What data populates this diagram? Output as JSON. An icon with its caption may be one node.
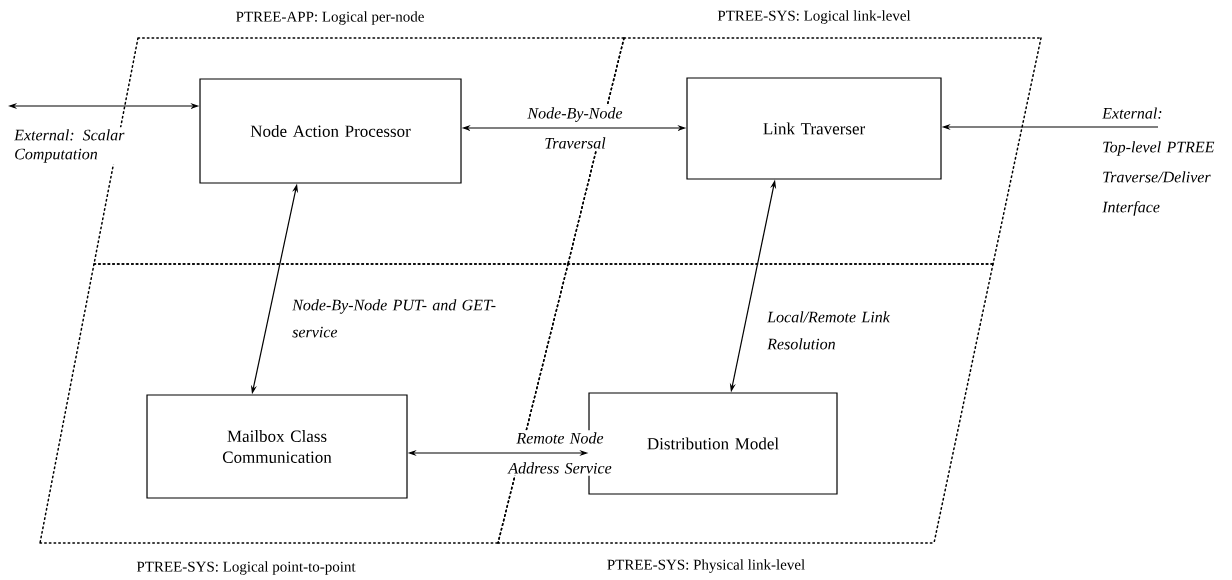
{
  "diagram": {
    "nodes": [
      {
        "text": [
          "PTREE-APP: Logical per-node"
        ]
      },
      {
        "text": [
          "Node Action Processor"
        ],
        "in": 0
      },
      {
        "text": [
          "PTREE-SYS: Logical link-level"
        ]
      },
      {
        "text": [
          "Link Traverser"
        ],
        "in": 2
      },
      {
        "text": [
          "PTREE-SYS: Logical point-to-point"
        ]
      },
      {
        "text": [
          "Mailbox Class Communication"
        ],
        "in": 4
      },
      {
        "text": [
          "PTREE-SYS: Physical link-level"
        ]
      },
      {
        "text": [
          "Distribution Model"
        ],
        "in": 6
      }
    ],
    "edges": [
      {
        "from": null,
        "to": 1,
        "arrow": "both",
        "label": "External: Scalar Computation"
      },
      {
        "from": 1,
        "to": 3,
        "arrow": "both",
        "label": "Node-By-Node Traversal"
      },
      {
        "from": null,
        "to": 3,
        "arrow": "to",
        "label": "External:"
      },
      {
        "from": 1,
        "to": 5,
        "arrow": "both",
        "label": "Node-By-Node PUT- and GET-service"
      },
      {
        "from": 3,
        "to": 7,
        "arrow": "both",
        "label": "Local/Remote Link Resolution"
      },
      {
        "from": 5,
        "to": 7,
        "arrow": "both",
        "label": "Remote Node Address Service"
      }
    ],
    "labels": [
      "Top-level PTREE Traverse/Deliver Interface"
    ]
  }
}
